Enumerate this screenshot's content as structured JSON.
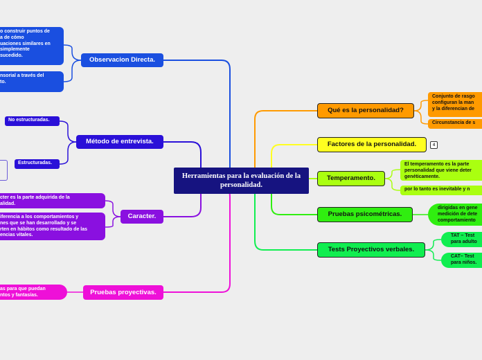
{
  "center": {
    "title": "Herramientas para la evaluación de la personalidad."
  },
  "left_topics": [
    {
      "label": "Observacion Directa.",
      "children": [
        "o construir puntos de\na de cómo\nuaciones similares en\nsimplemente\nsucedido.",
        "nsorial a través del\nto."
      ]
    },
    {
      "label": "Método de entrevista.",
      "children": [
        "No estructuradas.",
        "Estructuradas."
      ]
    },
    {
      "label": "Caracter.",
      "children": [
        "cter es la parte adquirida de la\nalidad.",
        "iferencia a los comportamientos y\nnes que se han desarrollado y se\nrten en hábitos como resultado de las\nencias vitales."
      ]
    },
    {
      "label": "Pruebas proyectivas.",
      "children": [
        "as para que puedan\nntos y fantasías."
      ]
    }
  ],
  "right_topics": [
    {
      "label": "Qué es la personalidad?",
      "children": [
        "Conjunto de rasgo\nconfiguran la man\ny la diferencian de",
        "Circunstancia de s"
      ]
    },
    {
      "label": "Factores de la personalidad.",
      "badge": "4",
      "children": []
    },
    {
      "label": "Temperamento.",
      "children": [
        "El temperamento es la parte\npersonalidad que viene deter\ngenéticamente.",
        "por lo tanto es inevitable y n"
      ]
    },
    {
      "label": "Pruebas psicométricas.",
      "children": [
        "dirigidas en gene\nmedición de dete\ncomportamiento"
      ]
    },
    {
      "label": "Tests Proyectivos verbales.",
      "children": [
        "TAT – Test\npara adulto",
        "CAT– Test \npara niños."
      ]
    }
  ],
  "colors": {
    "background": "#eeeeee",
    "center": "#161380",
    "observacion": "#1a4fe0",
    "entrevista": "#2a10d8",
    "caracter": "#8a10e0",
    "proyectivas": "#ee10d8",
    "personalidad": "#ff9a00",
    "factores": "#ffff20",
    "temperamento": "#aaff10",
    "psicometricas": "#30ee10",
    "tests": "#10ee50"
  }
}
